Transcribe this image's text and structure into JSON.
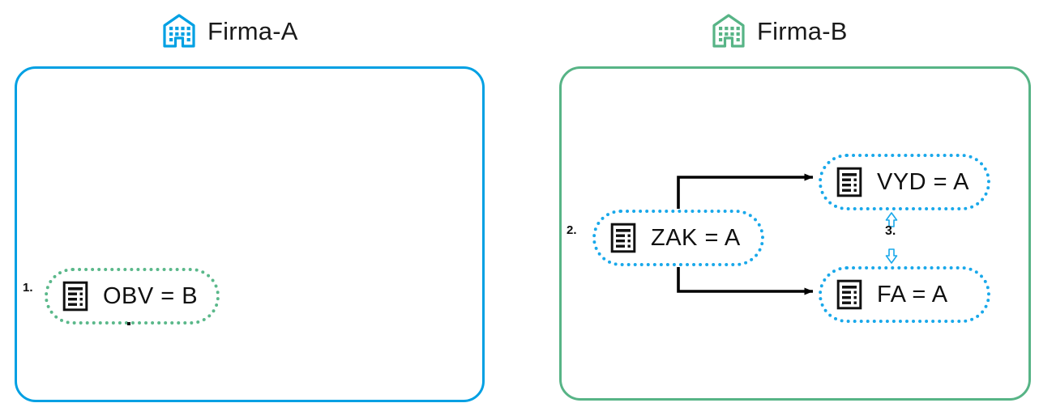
{
  "companies": [
    {
      "id": "firma-a",
      "name": "Firma-A",
      "color": "#00A0E3",
      "icon": "building-icon",
      "nodes": [
        {
          "id": "obv",
          "label": "OBV = B",
          "step": "1.",
          "icon": "document-icon",
          "border_color": "#5AB88A",
          "border_style": "dotted"
        }
      ]
    },
    {
      "id": "firma-b",
      "name": "Firma-B",
      "color": "#57B486",
      "icon": "building-icon",
      "nodes": [
        {
          "id": "zak",
          "label": "ZAK = A",
          "step": "2.",
          "icon": "document-icon",
          "border_color": "#19A8EA",
          "border_style": "dotted"
        },
        {
          "id": "vyd",
          "label": "VYD = A",
          "step": "",
          "icon": "document-icon",
          "border_color": "#19A8EA",
          "border_style": "dotted"
        },
        {
          "id": "fa",
          "label": "FA = A",
          "step": "",
          "icon": "document-icon",
          "border_color": "#19A8EA",
          "border_style": "dotted"
        }
      ]
    }
  ],
  "connections": [
    {
      "id": "zak-to-vyd",
      "from": "zak",
      "to": "vyd",
      "style": "solid-elbow-arrow",
      "color": "#000000"
    },
    {
      "id": "zak-to-fa",
      "from": "zak",
      "to": "fa",
      "style": "solid-elbow-arrow",
      "color": "#000000"
    },
    {
      "id": "vyd-fa-bidirectional",
      "from": "fa",
      "to": "vyd",
      "style": "double-outline-arrow",
      "color": "#19A8EA",
      "step": "3."
    }
  ],
  "steps": {
    "one": "1.",
    "two": "2.",
    "three": "3."
  }
}
